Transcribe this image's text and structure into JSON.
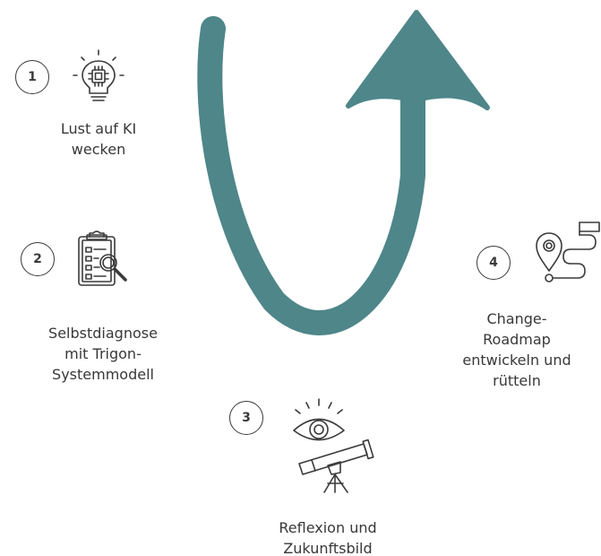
{
  "colors": {
    "arrow": "#4e8689",
    "line": "#3a3a3a"
  },
  "steps": [
    {
      "number": "1",
      "icon": "lightbulb-chip-icon",
      "label": "Lust auf KI\nwecken"
    },
    {
      "number": "2",
      "icon": "clipboard-magnifier-icon",
      "label": "Selbstdiagnose\nmit Trigon-\nSystemmodell"
    },
    {
      "number": "3",
      "icon": "eye-telescope-icon",
      "label": "Reflexion und\nZukunftsbild"
    },
    {
      "number": "4",
      "icon": "map-pin-route-icon",
      "label": "Change-\nRoadmap\nentwickeln und\nrütteln"
    }
  ]
}
